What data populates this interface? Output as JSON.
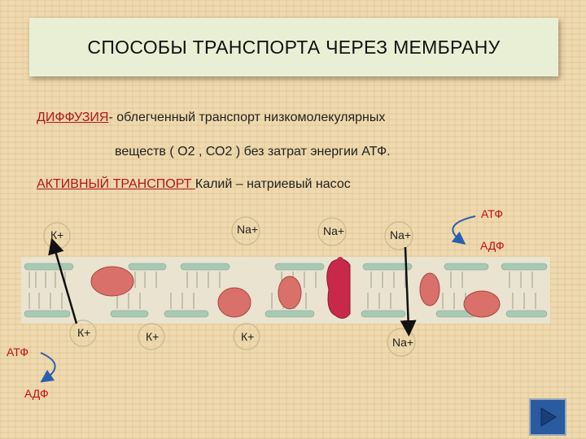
{
  "title": "СПОСОБЫ  ТРАНСПОРТА ЧЕРЕЗ МЕМБРАНУ",
  "diffusion": {
    "term": "ДИФФУЗИЯ",
    "line1": "- облегченный транспорт  низкомолекулярных",
    "line2": "веществ ( О2 , СО2  ) без затрат энергии АТФ."
  },
  "active": {
    "term": "АКТИВНЫЙ ТРАНСПОРТ ",
    "desc": "Калий – натриевый насос"
  },
  "ions": {
    "k_top": "К+",
    "na_top_1": "Na+",
    "na_top_2": "Na+",
    "na_top_3": "Na+",
    "k_bottom_1": "К+",
    "k_bottom_2": "К+",
    "k_bottom_3": "К+",
    "na_bottom": "Na+"
  },
  "energy": {
    "atf_right": "АТФ",
    "adf_right": "АДФ",
    "atf_left": "АТФ",
    "adf_left": "АДФ"
  },
  "colors": {
    "arrow_blue": "#2a5fb0",
    "red_label": "#c01010",
    "membrane_protein": "#d9706a",
    "membrane_bg": "#e7e1cf"
  },
  "icons": {
    "nav": "play-next-icon"
  }
}
